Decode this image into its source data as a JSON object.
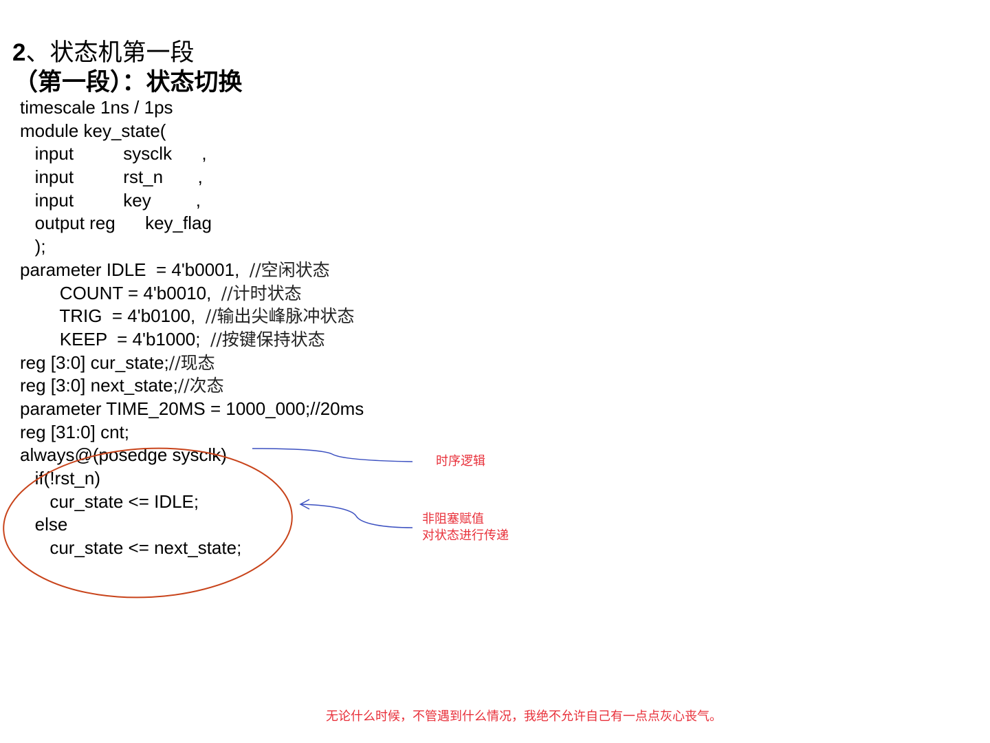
{
  "heading": {
    "number": "2",
    "title": "、状态机第一段",
    "subtitle": "（第一段）：状态切换"
  },
  "code": {
    "lines": [
      "timescale 1ns / 1ps",
      "module key_state(",
      "   input          sysclk      ,",
      "   input          rst_n       ,",
      "   input          key         ,",
      "   output reg      key_flag",
      "   );",
      "parameter IDLE  = 4'b0001,  ",
      "        COUNT = 4'b0010,  ",
      "        TRIG  = 4'b0100,  ",
      "        KEEP  = 4'b1000;  ",
      "reg [3:0] cur_state;",
      "reg [3:0] next_state;",
      "parameter TIME_20MS = 1000_000;//20ms",
      "reg [31:0] cnt;",
      "always@(posedge sysclk)",
      "   if(!rst_n)",
      "      cur_state <= IDLE;",
      "   else",
      "      cur_state <= next_state;"
    ],
    "comments": {
      "7": "//空闲状态",
      "8": "//计时状态",
      "9": "//输出尖峰脉冲状态",
      "10": "//按键保持状态",
      "11": "//现态",
      "12": "//次态"
    }
  },
  "annotations": {
    "sequential_logic": "时序逻辑",
    "nonblocking": "非阻塞赋值\n对状态进行传递"
  },
  "footer": {
    "quote": "无论什么时候，不管遇到什么情况，我绝不允许自己有一点点灰心丧气。"
  },
  "colors": {
    "ellipse": "#c8431a",
    "arrow": "#3a4fc0",
    "annotation_text": "#e8303a"
  }
}
